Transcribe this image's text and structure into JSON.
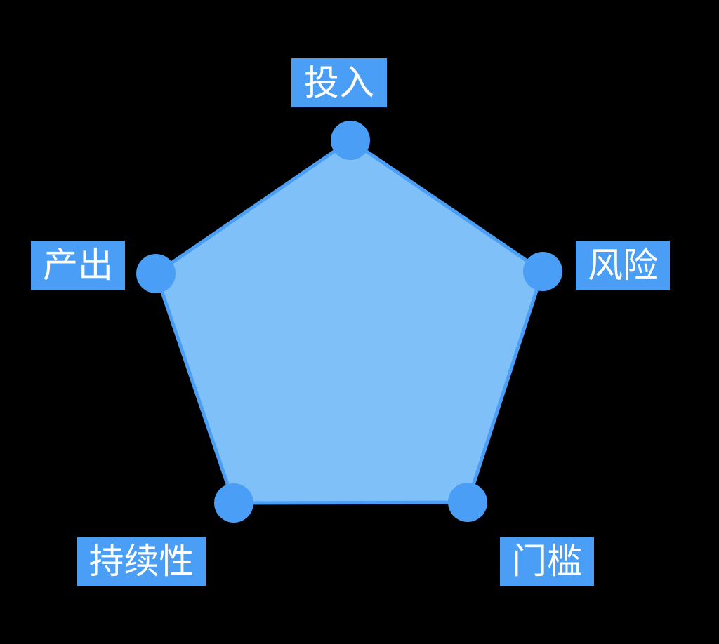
{
  "chart_data": {
    "type": "radar",
    "title": "",
    "categories": [
      "投入",
      "风险",
      "门槛",
      "持续性",
      "产出"
    ],
    "values": [
      1,
      1,
      1,
      1,
      1
    ],
    "rlim": [
      0,
      1
    ],
    "grid": false,
    "legend": false,
    "series": [
      {
        "name": "",
        "values": [
          1,
          1,
          1,
          1,
          1
        ]
      }
    ],
    "marker": "circle",
    "colors": {
      "background": "#000000",
      "fill": "#7ec0f7",
      "stroke": "#4a9ef5",
      "marker": "#4a9ef5",
      "label_box": "#4a9ef5",
      "label_text": "#ffffff"
    },
    "geometry": {
      "center": [
        497,
        452
      ],
      "radius": 255,
      "vertices": [
        {
          "label": "投入",
          "x": 499,
          "y": 200
        },
        {
          "label": "风险",
          "x": 773,
          "y": 387
        },
        {
          "label": "门槛",
          "x": 666,
          "y": 716
        },
        {
          "label": "持续性",
          "x": 333,
          "y": 717
        },
        {
          "label": "产出",
          "x": 222,
          "y": 390
        }
      ],
      "marker_radius": 28,
      "stroke_width": 5
    }
  },
  "labels": {
    "top": "投入",
    "right": "风险",
    "bottom_right": "门槛",
    "bottom_left": "持续性",
    "left": "产出"
  }
}
